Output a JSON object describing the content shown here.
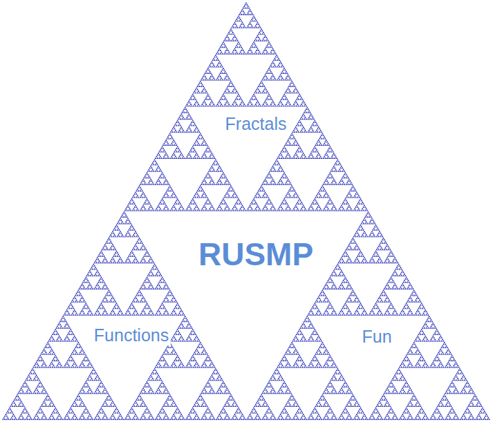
{
  "diagram": {
    "labels": [
      "Fractals",
      "RUSMP",
      "Functions",
      "Fun"
    ]
  }
}
